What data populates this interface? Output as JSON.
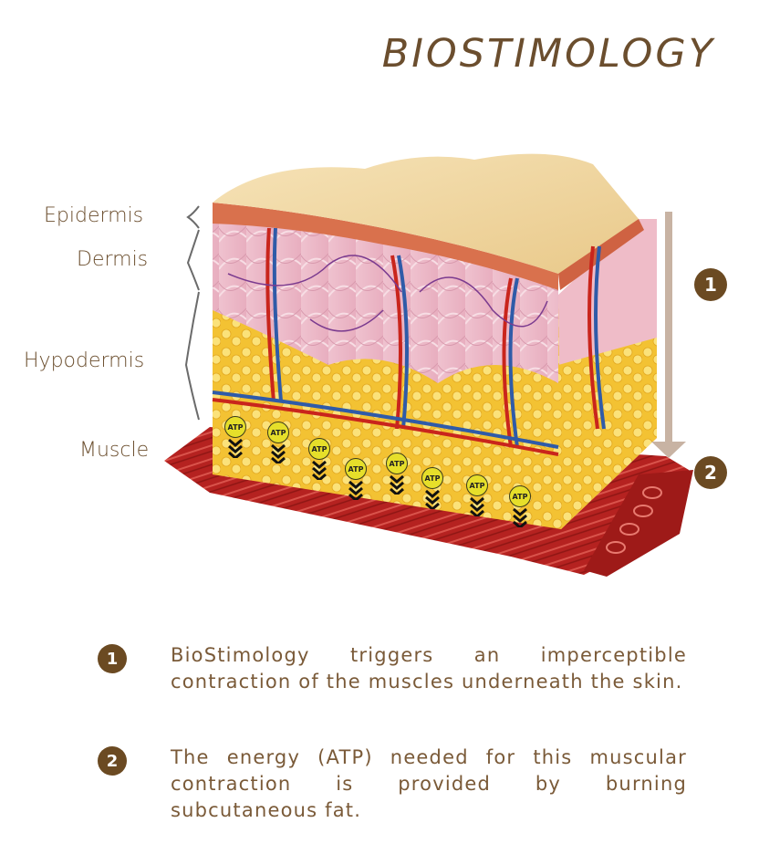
{
  "title": "BIOSTIMOLOGY",
  "layers": {
    "epidermis": "Epidermis",
    "dermis": "Dermis",
    "hypodermis": "Hypodermis",
    "muscle": "Muscle"
  },
  "atp_label": "ATP",
  "markers": [
    "1",
    "2"
  ],
  "legend": [
    {
      "number": "1",
      "text": "BioStimology triggers an imperceptible contraction of the muscles underneath the skin."
    },
    {
      "number": "2",
      "text": "The energy (ATP) needed for this muscular contraction is provided by burning subcutaneous fat."
    }
  ],
  "colors": {
    "brand_brown": "#6b4a22",
    "arrow": "#c8b3a3",
    "skin_top": "#f0d9a4",
    "fat": "#f6cf3c",
    "muscle": "#b3201e",
    "atp_badge": "#e6df2a"
  }
}
